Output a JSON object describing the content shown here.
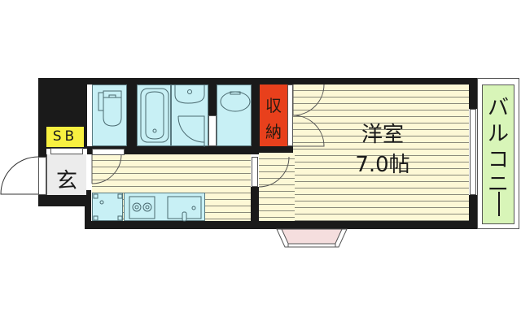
{
  "floorplan": {
    "rooms": {
      "western_room": {
        "label": "洋室",
        "size": "7.0帖"
      },
      "storage": {
        "label_line1": "収",
        "label_line2": "納"
      },
      "balcony": {
        "label": "バルコニー",
        "chars": [
          "バ",
          "ル",
          "コ",
          "ニ",
          "ー"
        ]
      },
      "entrance": {
        "label": "玄"
      },
      "shoe_box": {
        "label": "SB"
      }
    },
    "fixtures": [
      "toilet-icon",
      "bathtub-icon",
      "washbasin-icon",
      "washing-machine-icon",
      "stove-icon",
      "sink-icon",
      "refrigerator-icon"
    ],
    "colors": {
      "wall": "#1a1a1a",
      "wet_area": "#c8f0f5",
      "floor": "#fdf8d6",
      "storage": "#e8401c",
      "balcony": "#d8f5b8",
      "shoe_box": "#f8f040",
      "entrance": "#ececec",
      "bay_window": "#f5dede"
    }
  }
}
